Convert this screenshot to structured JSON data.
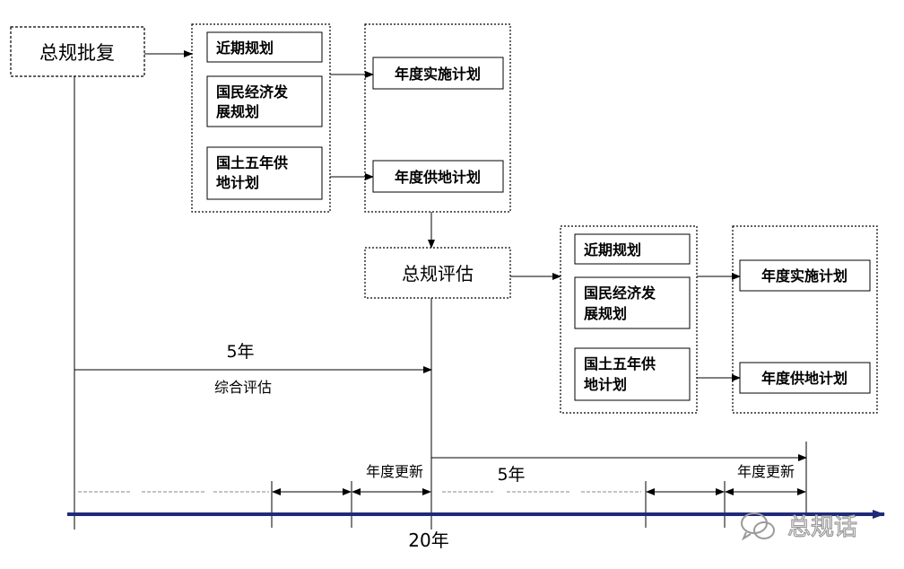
{
  "approval": {
    "label": "总规批复"
  },
  "group1": {
    "short_term": "近期规划",
    "econ_line1": "国民经济发",
    "econ_line2": "展规划",
    "land_line1": "国土五年供",
    "land_line2": "地计划"
  },
  "annual1": {
    "implementation": "年度实施计划",
    "land_supply": "年度供地计划"
  },
  "evaluation": {
    "label": "总规评估"
  },
  "group2": {
    "short_term": "近期规划",
    "econ_line1": "国民经济发",
    "econ_line2": "展规划",
    "land_line1": "国土五年供",
    "land_line2": "地计划"
  },
  "annual2": {
    "implementation": "年度实施计划",
    "land_supply": "年度供地计划"
  },
  "timeline": {
    "span_5yr_label": "5年",
    "comprehensive_eval": "综合评估",
    "annual_update_1": "年度更新",
    "span_5yr_label_2": "5年",
    "annual_update_2": "年度更新",
    "span_20yr_label": "20年"
  },
  "watermark": {
    "text": "总规话"
  },
  "colors": {
    "axis": "#1f2a78",
    "line": "#000000",
    "dash": "#888888"
  }
}
